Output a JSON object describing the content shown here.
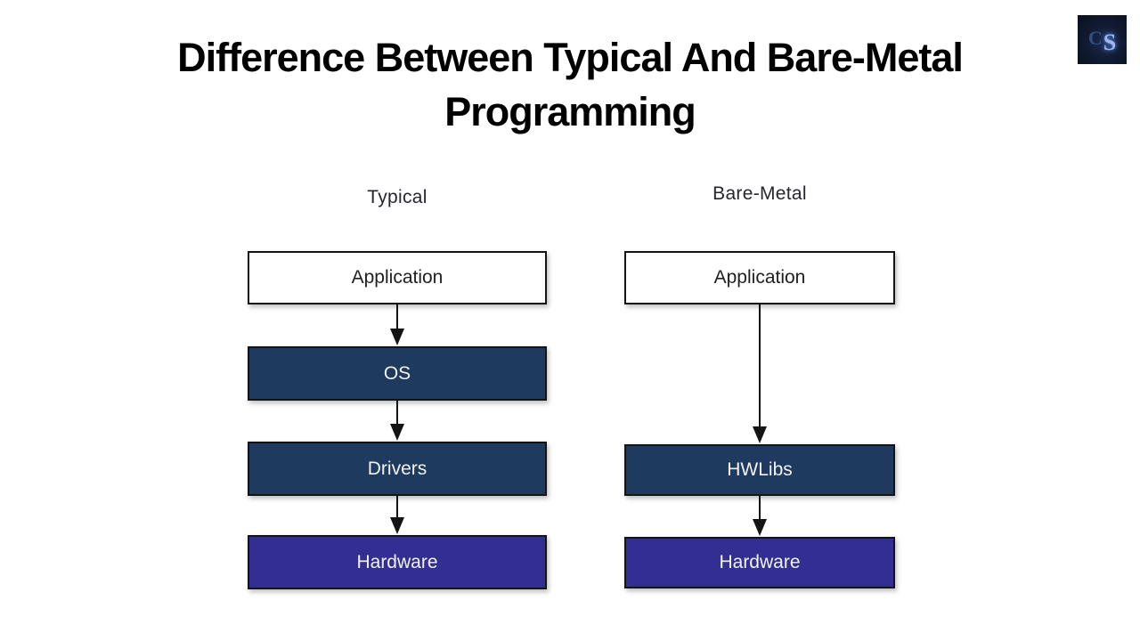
{
  "title": {
    "line1": "Difference Between Typical And Bare-Metal",
    "line2": "Programming"
  },
  "logo": {
    "letter_c": "C",
    "letter_s": "S"
  },
  "columns": [
    {
      "label": "Typical",
      "boxes": [
        {
          "label": "Application",
          "style": "white"
        },
        {
          "label": "OS",
          "style": "navy"
        },
        {
          "label": "Drivers",
          "style": "navy"
        },
        {
          "label": "Hardware",
          "style": "purple"
        }
      ]
    },
    {
      "label": "Bare-Metal",
      "boxes": [
        {
          "label": "Application",
          "style": "white"
        },
        {
          "label": "HWLibs",
          "style": "navy"
        },
        {
          "label": "Hardware",
          "style": "purple"
        }
      ]
    }
  ],
  "colors": {
    "navy": "#1e3a5f",
    "purple": "#322e92",
    "line": "#141414",
    "white-box": "#ffffff",
    "text-dark": "#1f1f1f",
    "text-light": "#f2f2f2",
    "label": "#26262e",
    "title": "#000000"
  }
}
